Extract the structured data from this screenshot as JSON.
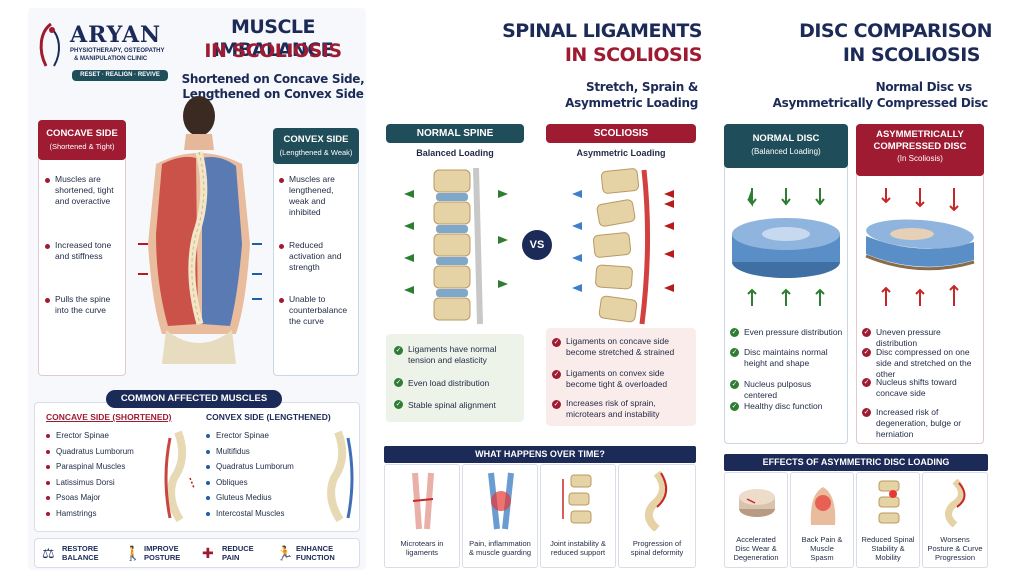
{
  "colors": {
    "navy": "#1b2a57",
    "crimson": "#9e1b32",
    "green": "#2e7d32",
    "blue": "#1b5fa8",
    "teal": "#1f4e5a"
  },
  "panel1": {
    "logo": {
      "name": "ARYAN",
      "tagline": "PHYSIOTHERAPY, OSTEOPATHY",
      "tagline2": "& MANIPULATION CLINIC",
      "motto": "RESET · REALIGN · REVIVE"
    },
    "title_line1": "MUSCLE IMBALANCE",
    "title_line2": "IN SCOLIOSIS",
    "subtitle_line1": "Shortened on Concave Side,",
    "subtitle_line2": "Lengthened on Convex Side",
    "concave": {
      "label": "CONCAVE SIDE",
      "sublabel": "(Shortened & Tight)",
      "bullets": [
        "Muscles are shortened, tight and overactive",
        "Increased tone and stiffness",
        "Pulls the spine into the curve"
      ]
    },
    "convex": {
      "label": "CONVEX SIDE",
      "sublabel": "(Lengthened & Weak)",
      "bullets": [
        "Muscles are lengthened, weak and inhibited",
        "Reduced activation and strength",
        "Unable to counterbalance the curve"
      ]
    },
    "common_title": "COMMON AFFECTED MUSCLES",
    "concave_list_title": "CONCAVE SIDE (SHORTENED)",
    "convex_list_title": "CONVEX SIDE (LENGTHENED)",
    "concave_muscles": [
      "Erector Spinae",
      "Quadratus Lumborum",
      "Paraspinal Muscles",
      "Latissimus Dorsi",
      "Psoas Major",
      "Hamstrings"
    ],
    "convex_muscles": [
      "Erector Spinae",
      "Multifidus",
      "Quadratus Lumborum",
      "Obliques",
      "Gluteus Medius",
      "Intercostal Muscles"
    ],
    "goals": [
      {
        "icon": "balance-scale-icon",
        "line1": "RESTORE",
        "line2": "BALANCE"
      },
      {
        "icon": "posture-icon",
        "line1": "IMPROVE",
        "line2": "POSTURE"
      },
      {
        "icon": "pain-relief-icon",
        "line1": "REDUCE",
        "line2": "PAIN"
      },
      {
        "icon": "running-icon",
        "line1": "ENHANCE",
        "line2": "FUNCTION"
      }
    ]
  },
  "panel2": {
    "title_line1": "SPINAL LIGAMENTS",
    "title_line2": "IN SCOLIOSIS",
    "subtitle_line1": "Stretch, Sprain &",
    "subtitle_line2": "Asymmetric Loading",
    "normal": {
      "label": "NORMAL SPINE",
      "sublabel": "Balanced Loading",
      "bullets": [
        "Ligaments have normal tension and elasticity",
        "Even load distribution",
        "Stable spinal alignment"
      ]
    },
    "vs": "VS",
    "scoliosis": {
      "label": "SCOLIOSIS",
      "sublabel": "Asymmetric Loading",
      "bullets": [
        "Ligaments on concave side become stretched & strained",
        "Ligaments on convex side become tight & overloaded",
        "Increases risk of sprain, microtears and instability"
      ]
    },
    "over_time_title": "WHAT HAPPENS OVER TIME?",
    "over_time": [
      {
        "line1": "Microtears in",
        "line2": "ligaments"
      },
      {
        "line1": "Pain, inflammation",
        "line2": "& muscle guarding"
      },
      {
        "line1": "Joint instability &",
        "line2": "reduced support"
      },
      {
        "line1": "Progression of",
        "line2": "spinal deformity"
      }
    ]
  },
  "panel3": {
    "title_line1": "DISC COMPARISON",
    "title_line2": "IN SCOLIOSIS",
    "subtitle_line1": "Normal Disc vs",
    "subtitle_line2": "Asymmetrically Compressed Disc",
    "normal": {
      "label_line1": "NORMAL DISC",
      "label_line2": "(Balanced Loading)",
      "bullets": [
        "Even pressure distribution",
        "Disc maintains normal height and shape",
        "Nucleus pulposus centered",
        "Healthy disc function"
      ]
    },
    "asym": {
      "label_line1": "ASYMMETRICALLY",
      "label_line2": "COMPRESSED DISC",
      "label_line3": "(In Scoliosis)",
      "bullets": [
        "Uneven pressure distribution",
        "Disc compressed on one side and stretched on the other",
        "Nucleus shifts toward concave side",
        "Increased risk of degeneration, bulge or herniation"
      ]
    },
    "effects_title": "EFFECTS OF ASYMMETRIC DISC LOADING",
    "effects": [
      {
        "line1": "Accelerated",
        "line2": "Disc Wear &",
        "line3": "Degeneration"
      },
      {
        "line1": "Back Pain &",
        "line2": "Muscle",
        "line3": "Spasm"
      },
      {
        "line1": "Reduced Spinal",
        "line2": "Stability &",
        "line3": "Mobility"
      },
      {
        "line1": "Worsens",
        "line2": "Posture & Curve",
        "line3": "Progression"
      }
    ]
  }
}
